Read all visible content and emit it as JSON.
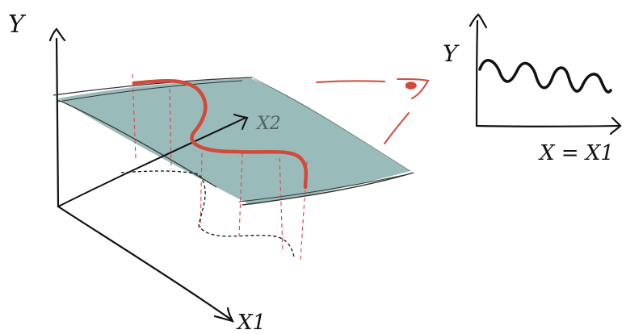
{
  "labels": {
    "y_left": "Y",
    "x2": "X2",
    "x1": "X1",
    "y_right": "Y",
    "x_eq": "X = X1"
  },
  "colors": {
    "plane_fill": "#93b7b6",
    "red_curve": "#d14a3a",
    "ink": "#111111",
    "dashed_red": "#d9534f"
  }
}
